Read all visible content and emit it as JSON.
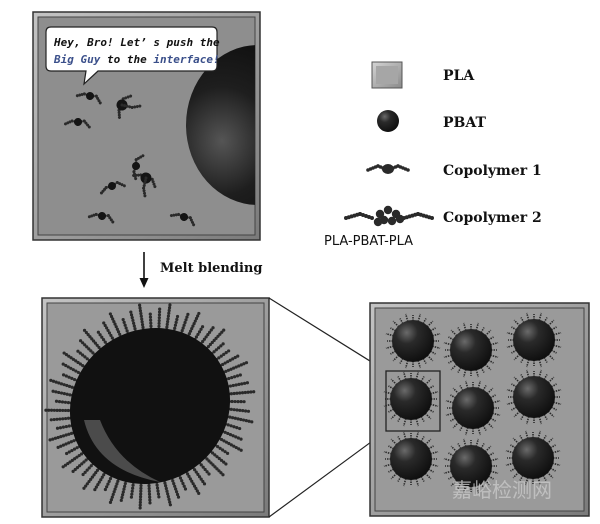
{
  "speech_bubble": {
    "line1": "Hey, Bro! Let’ s push the",
    "line2_a": "Big Guy",
    "line2_b": " to the ",
    "line2_c": "interface!"
  },
  "legend": {
    "pla": "PLA",
    "pbat": "PBAT",
    "copolymer1": "Copolymer 1",
    "copolymer2": "Copolymer 2",
    "copolymer2_sub": "PLA-PBAT-PLA"
  },
  "step": {
    "label": "Melt blending"
  },
  "watermark": "嘉峪检测网",
  "colors": {
    "matrix": "#8c8c8c",
    "matrix_light": "#a8a8a8",
    "frame_dark": "#3a3a3a",
    "sphere": "#1c1c1c",
    "copolymer": "#2a2a2a"
  }
}
